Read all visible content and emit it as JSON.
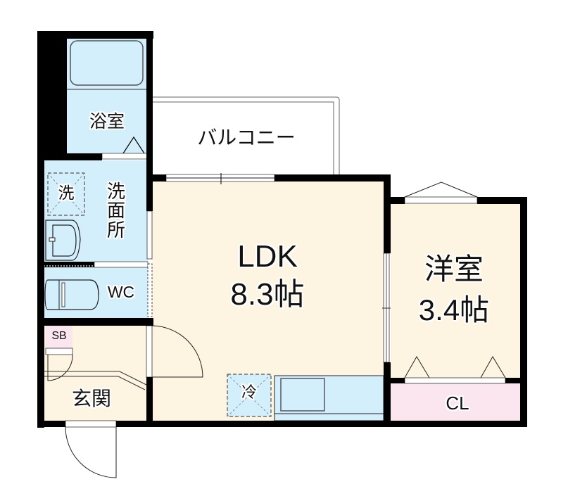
{
  "floor_plan": {
    "colors": {
      "wet_area": "#d4effc",
      "living": "#fdf4e1",
      "storage": "#fbe6ef",
      "wall": "#000000"
    },
    "rooms": {
      "bath": {
        "label": "浴室"
      },
      "balcony": {
        "label": "バルコニー"
      },
      "washroom": {
        "label": "洗\n面\n所"
      },
      "washer": {
        "label": "洗"
      },
      "wc": {
        "label": "WC"
      },
      "shoe_box": {
        "label": "SB"
      },
      "entrance": {
        "label": "玄関"
      },
      "ldk": {
        "label": "LDK",
        "size": "8.3帖"
      },
      "fridge": {
        "label": "冷"
      },
      "western_room": {
        "label": "洋室",
        "size": "3.4帖"
      },
      "closet": {
        "label": "CL"
      }
    }
  }
}
